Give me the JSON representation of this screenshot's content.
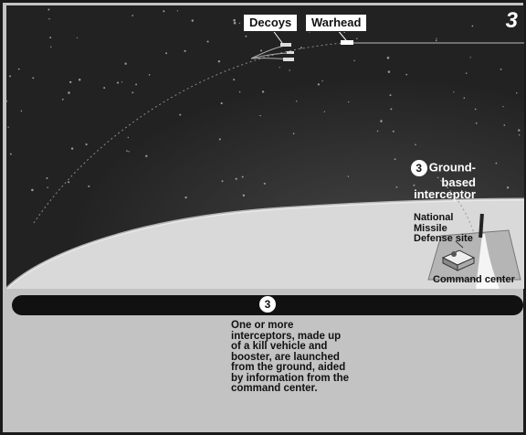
{
  "panel_number": "3",
  "labels": {
    "decoys": "Decoys",
    "warhead": "Warhead",
    "ground_based_interceptor_num": "3",
    "ground_based_interceptor": "Ground-based interceptor",
    "national_missile_defense_site": "National Missile Defense site",
    "command_center": "Command center"
  },
  "step": {
    "number": "3",
    "description": "One or more interceptors, made up of a kill vehicle and booster, are launched from the ground, aided by information from the command center."
  },
  "colors": {
    "space": "#262626",
    "ground": "#d9d9d9",
    "bar": "#111111"
  }
}
